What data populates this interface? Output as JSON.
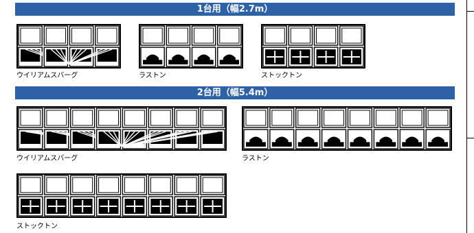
{
  "sections": {
    "single": {
      "title": "1台用（幅2.7m）"
    },
    "double": {
      "title": "2台用（幅5.4m）"
    }
  },
  "doors": {
    "single_williamsburg": {
      "caption": "ウイリアムスバーグ",
      "style": "sunburst",
      "panels": 4
    },
    "single_ruston": {
      "caption": "ラストン",
      "style": "arch",
      "panels": 4
    },
    "single_stockton": {
      "caption": "ストックトン",
      "style": "grid",
      "panels": 4
    },
    "double_williamsburg": {
      "caption": "ウイリアムスバーグ",
      "style": "sunburst",
      "panels": 8
    },
    "double_ruston": {
      "caption": "ラストン",
      "style": "arch",
      "panels": 8
    },
    "double_stockton": {
      "caption": "ストックトン",
      "style": "grid",
      "panels": 8
    }
  },
  "colors": {
    "header_bg": "#2d63a6",
    "header_text": "#ffffff",
    "ink": "#000000"
  }
}
